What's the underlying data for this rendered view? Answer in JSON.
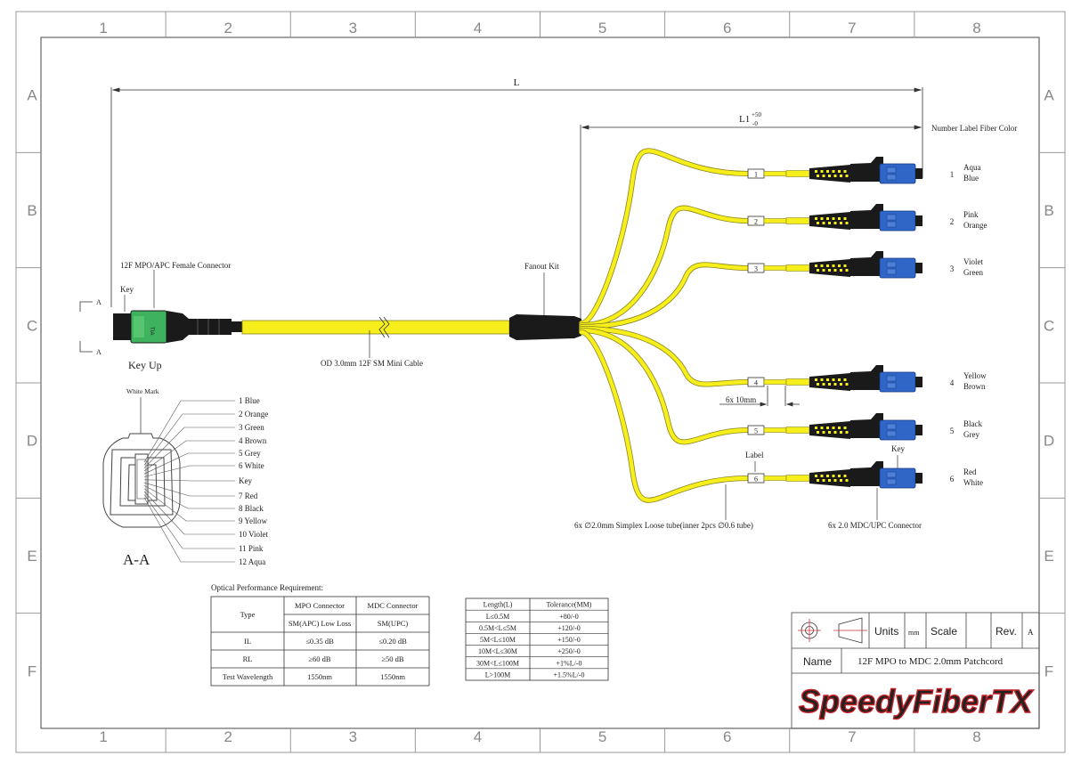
{
  "frame": {
    "columns": [
      "1",
      "2",
      "3",
      "4",
      "5",
      "6",
      "7",
      "8"
    ],
    "rows": [
      "A",
      "B",
      "C",
      "D",
      "E",
      "F"
    ]
  },
  "dimensions": {
    "overall": "L",
    "breakout": "L1",
    "breakout_tol_upper": "+50",
    "breakout_tol_lower": "-0",
    "spacing": "6x 10mm"
  },
  "labels": {
    "header_right": "Number Label Fiber Color",
    "mpo_connector": "12F MPO/APC Female Connector",
    "key_mpo": "Key",
    "section_marker": "A",
    "key_up": "Key Up",
    "cable": "OD 3.0mm 12F SM Mini Cable",
    "fanout_kit": "Fanout Kit",
    "tube_label": "Label",
    "connector_key": "Key",
    "tube": "6x ∅2.0mm Simplex Loose tube(inner 2pcs ∅0.6 tube)",
    "mdc_connector": "6x 2.0 MDC/UPC Connector",
    "white_mark": "White Mark",
    "section_title": "A-A",
    "ferrule_text": "TIA"
  },
  "legs": [
    {
      "number": "1",
      "color1": "Aqua",
      "color2": "Blue"
    },
    {
      "number": "2",
      "color1": "Pink",
      "color2": "Orange"
    },
    {
      "number": "3",
      "color1": "Violet",
      "color2": "Green"
    },
    {
      "number": "4",
      "color1": "Yellow",
      "color2": "Brown"
    },
    {
      "number": "5",
      "color1": "Black",
      "color2": "Grey"
    },
    {
      "number": "6",
      "color1": "Red",
      "color2": "White"
    }
  ],
  "fiber_order": [
    "1 Blue",
    "2 Orange",
    "3 Green",
    "4 Brown",
    "5 Grey",
    "6 White",
    "Key",
    "7 Red",
    "8 Black",
    "9 Yellow",
    "10 Violet",
    "11 Pink",
    "12 Aqua"
  ],
  "optical": {
    "title": "Optical Performance Requirement:",
    "header_type": "Type",
    "header_mpo": "MPO Connector",
    "header_mdc": "MDC Connector",
    "sub_mpo": "SM(APC) Low Loss",
    "sub_mdc": "SM(UPC)",
    "rows": [
      {
        "name": "IL",
        "mpo": "≤0.35 dB",
        "mdc": "≤0.20 dB"
      },
      {
        "name": "RL",
        "mpo": "≥60 dB",
        "mdc": "≥50 dB"
      },
      {
        "name": "Test Wavelength",
        "mpo": "1550nm",
        "mdc": "1550nm"
      }
    ]
  },
  "tolerance": {
    "header_length": "Length(L)",
    "header_tol": "Tolerance(MM)",
    "rows": [
      {
        "length": "L≤0.5M",
        "tol": "+80/-0"
      },
      {
        "length": "0.5M<L≤5M",
        "tol": "+120/-0"
      },
      {
        "length": "5M<L≤10M",
        "tol": "+150/-0"
      },
      {
        "length": "10M<L≤30M",
        "tol": "+250/-0"
      },
      {
        "length": "30M<L≤100M",
        "tol": "+1%L/-0"
      },
      {
        "length": "L>100M",
        "tol": "+1.5%L/-0"
      }
    ]
  },
  "title_block": {
    "units_label": "Units",
    "units_value": "mm",
    "scale_label": "Scale",
    "scale_value": "",
    "rev_label": "Rev.",
    "rev_value": "A",
    "name_label": "Name",
    "name_value": "12F MPO to MDC 2.0mm Patchcord",
    "logo_text": "SpeedyFiberTX"
  },
  "colors": {
    "cable_yellow": "#f7ef1c",
    "cable_outline": "#8a8420",
    "ferrule_green": "#3fb25d",
    "connector_blue": "#2f66c8",
    "logo_red": "#c62025",
    "logo_blue": "#2c5fa8"
  }
}
